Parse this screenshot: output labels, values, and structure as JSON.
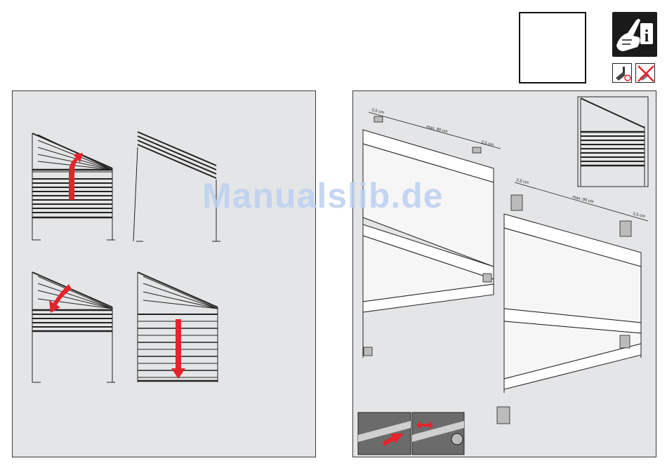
{
  "header": {
    "page_number_box": "",
    "info_icon": "info-hand-icon",
    "tool_icons": [
      "screwdriver-drill-icon",
      "no-drill-crossed-icon"
    ]
  },
  "watermark": {
    "text": "Manualslib.de"
  },
  "right_panel": {
    "dim_left_top": "3,5 cm",
    "dim_max_top": "max. 90 cm",
    "dim_right_top": "3,5 cm",
    "dim_left_mid": "3,5 cm",
    "dim_max_mid": "max. 90 cm",
    "dim_right_mid": "3,5 cm"
  },
  "colors": {
    "panel_bg": "#e4e5e6",
    "arrow_red": "#e3242b",
    "watermark": "#bcd0f2",
    "dark_panel": "#6b6b6b"
  }
}
